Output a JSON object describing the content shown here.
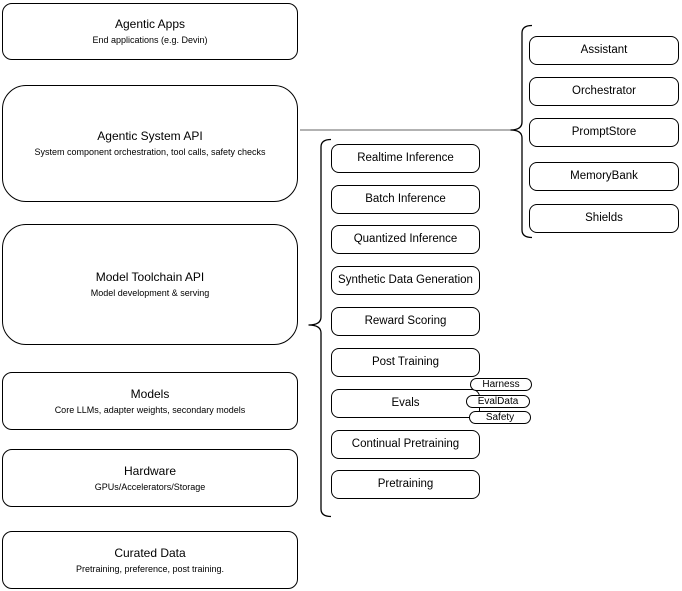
{
  "colors": {
    "background": "#ffffff",
    "node_fill": "#ffffff",
    "node_stroke": "#000000",
    "connector_line": "#666666",
    "text": "#000000"
  },
  "stack": [
    {
      "title": "Agentic Apps",
      "subtitle": "End applications (e.g. Devin)"
    },
    {
      "title": "Agentic System API",
      "subtitle": "System component orchestration, tool calls, safety checks"
    },
    {
      "title": "Model Toolchain API",
      "subtitle": "Model development & serving"
    },
    {
      "title": "Models",
      "subtitle": "Core LLMs, adapter weights, secondary models"
    },
    {
      "title": "Hardware",
      "subtitle": "GPUs/Accelerators/Storage"
    },
    {
      "title": "Curated Data",
      "subtitle": "Pretraining, preference, post training."
    }
  ],
  "toolchain_services": [
    "Realtime Inference",
    "Batch Inference",
    "Quantized Inference",
    "Synthetic Data Generation",
    "Reward Scoring",
    "Post Training",
    "Evals",
    "Continual Pretraining",
    "Pretraining"
  ],
  "evals_tags": [
    "Harness",
    "EvalData",
    "Safety"
  ],
  "system_components": [
    "Assistant",
    "Orchestrator",
    "PromptStore",
    "MemoryBank",
    "Shields"
  ]
}
